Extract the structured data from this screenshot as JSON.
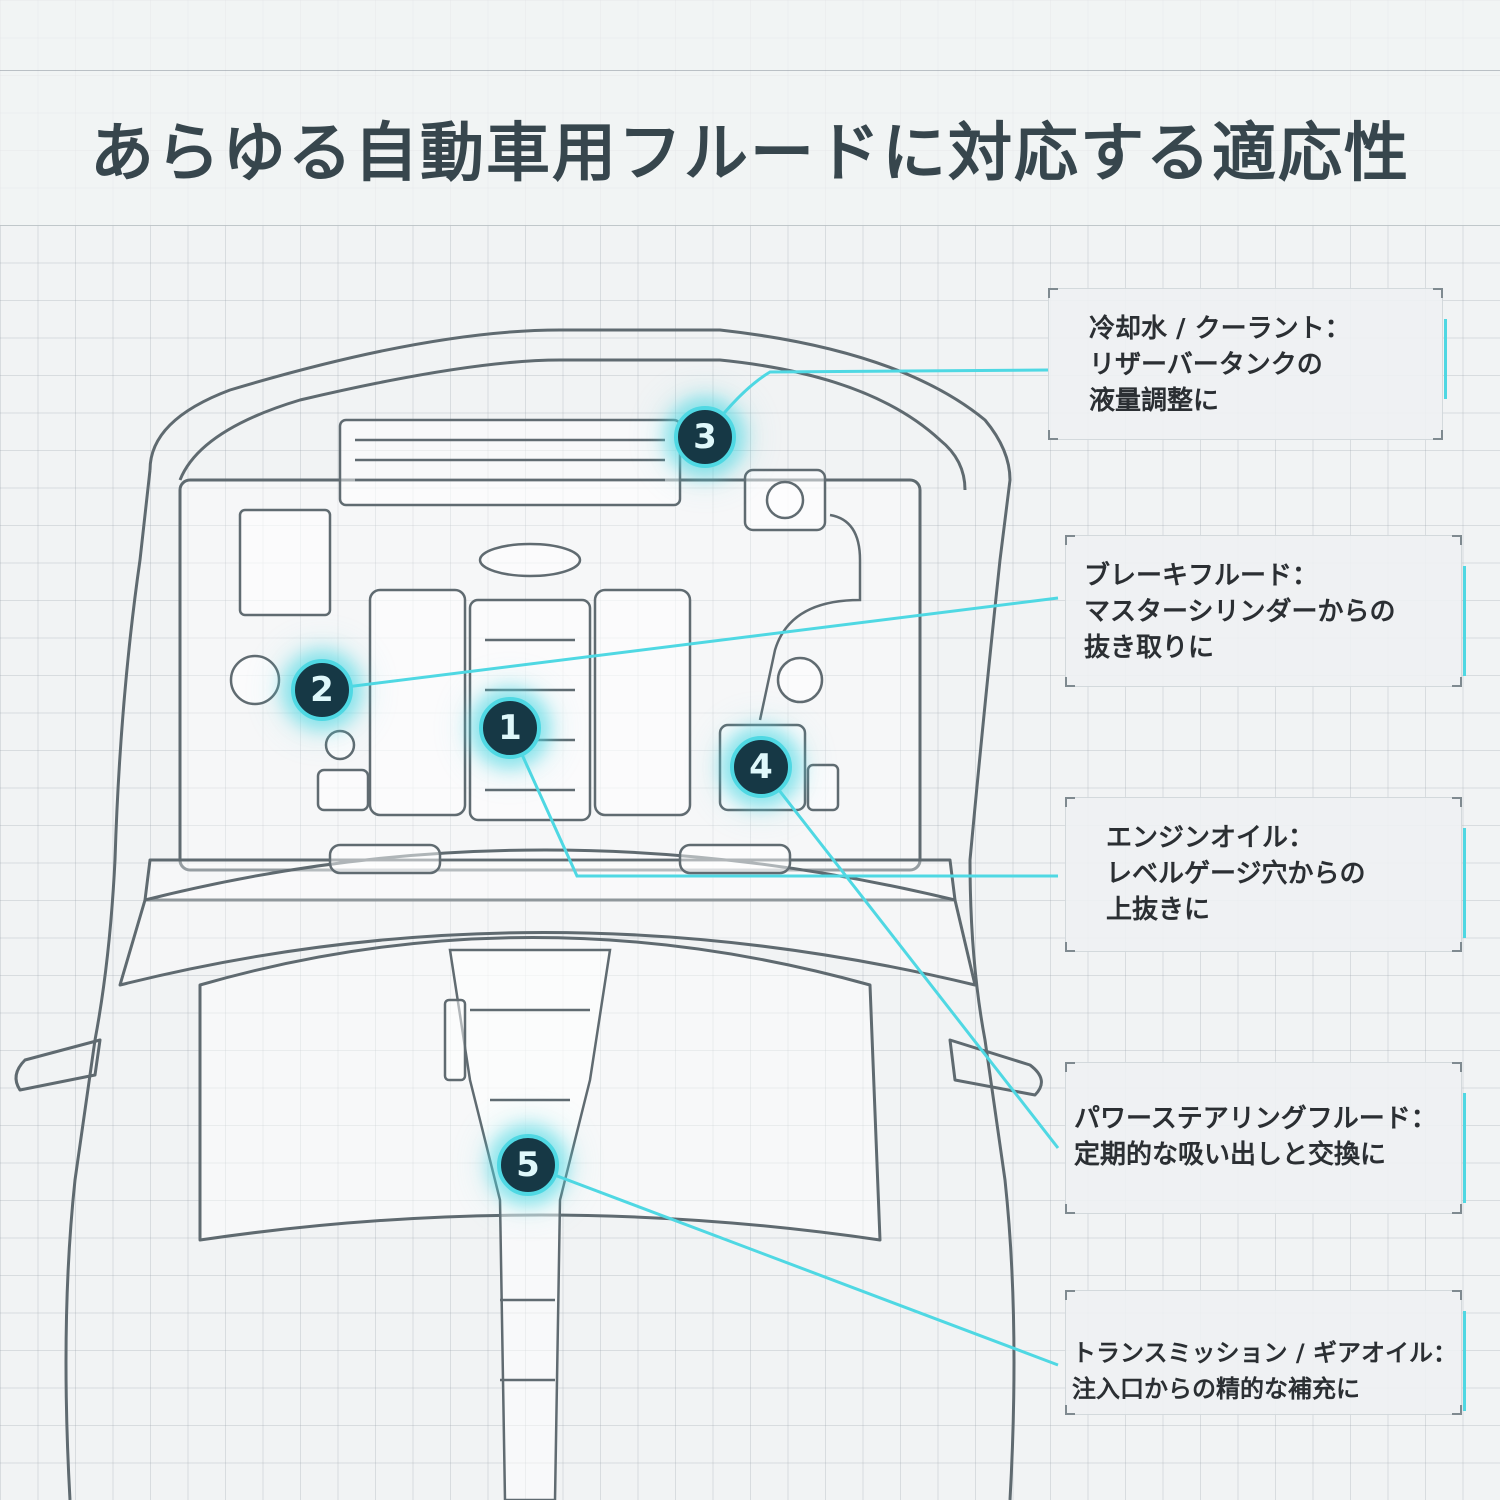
{
  "title": "あらゆる自動車用フルードに対応する適応性",
  "colors": {
    "accent": "#4fd8e3",
    "title": "#37464d",
    "marker_fill": "#163845"
  },
  "markers": [
    {
      "number": "1"
    },
    {
      "number": "2"
    },
    {
      "number": "3"
    },
    {
      "number": "4"
    },
    {
      "number": "5"
    }
  ],
  "callouts": [
    {
      "marker": "3",
      "lines": [
        "冷却水 / クーラント：",
        "リザーバータンクの",
        "液量調整に"
      ]
    },
    {
      "marker": "2",
      "lines": [
        "ブレーキフルード：",
        "マスターシリンダーからの",
        "抜き取りに"
      ]
    },
    {
      "marker": "1",
      "lines": [
        "エンジンオイル：",
        "レベルゲージ穴からの",
        "上抜きに"
      ]
    },
    {
      "marker": "4",
      "lines": [
        "パワーステアリングフルード：",
        "定期的な吸い出しと交換に"
      ]
    },
    {
      "marker": "5",
      "lines": [
        "トランスミッション / ギアオイル：",
        "注入口からの精的な補充に"
      ]
    }
  ]
}
